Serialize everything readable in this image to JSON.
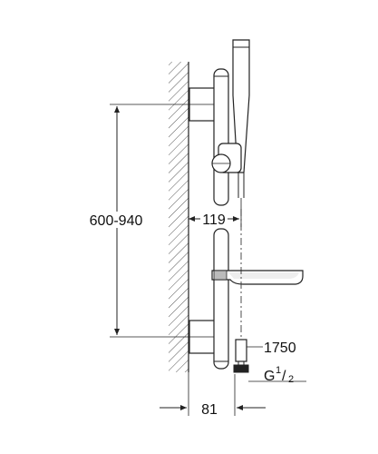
{
  "dimensions": {
    "height_range": "600-940",
    "projection": "119",
    "wall_offset": "81",
    "hose_length": "1750",
    "thread_prefix": "G",
    "thread_numerator": "1",
    "thread_slash": "/",
    "thread_denominator": "2"
  },
  "colors": {
    "line": "#222222",
    "hatch": "#555555",
    "background": "#ffffff"
  }
}
